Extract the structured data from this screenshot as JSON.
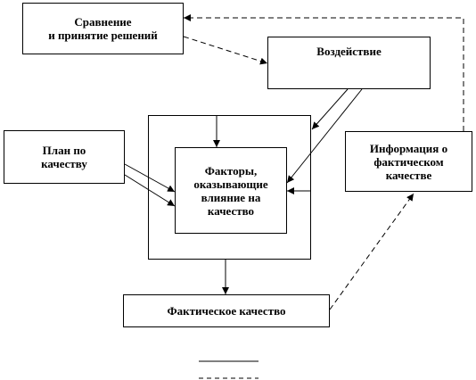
{
  "nodes": {
    "comparison": "Сравнение\nи принятие решений",
    "impact": "Воздействие",
    "quality_plan": "План по\nкачеству",
    "factors": "Факторы,\nоказывающие\nвлияние на\nкачество",
    "actual_quality_info": "Информация о\nфактическом\nкачестве",
    "actual_quality": "Фактическое качество"
  },
  "legend": {
    "solid": "",
    "dashed": ""
  },
  "colors": {
    "stroke": "#000000",
    "background": "#ffffff"
  }
}
